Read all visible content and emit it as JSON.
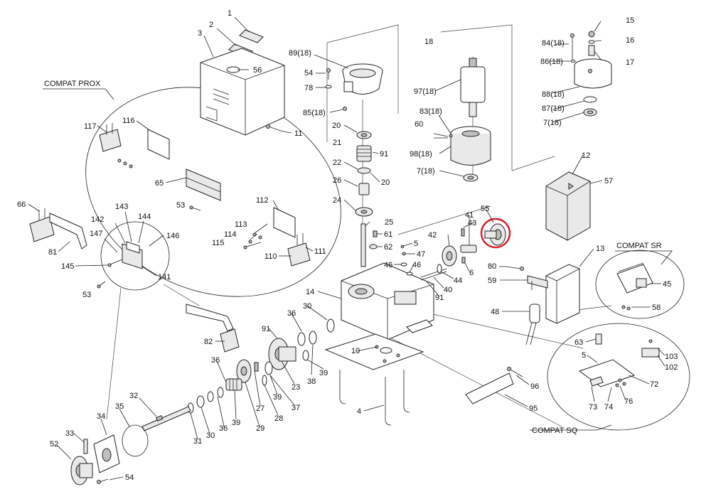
{
  "diagram": {
    "sections": {
      "compat_prox": "COMPAT PROX",
      "compat_sr": "COMPAT SR",
      "compat_sq": "COMPAT SQ"
    },
    "labels": {
      "l1": "1",
      "l2": "2",
      "l3": "3",
      "l56": "56",
      "l11": "11",
      "l89": "89(18)",
      "l54a": "54",
      "l78": "78",
      "l85": "85(18)",
      "l18": "18",
      "l97": "97(18)",
      "l83": "83(18)",
      "l60": "60",
      "l98": "98(18)",
      "l7b": "7(18)",
      "l15": "15",
      "l84": "84(18)",
      "l16": "16",
      "l86": "86(18)",
      "l17": "17",
      "l88": "88(18)",
      "l87": "87(18)",
      "l7a": "7(18)",
      "l20a": "20",
      "l21": "21",
      "l91a": "91",
      "l22": "22",
      "l20b": "20",
      "l26": "26",
      "l24": "24",
      "l12": "12",
      "l57": "57",
      "l117": "117",
      "l116": "116",
      "l65": "65",
      "l53a": "53",
      "l112": "112",
      "l113": "113",
      "l114": "114",
      "l115": "115",
      "l110": "110",
      "l111": "111",
      "l66": "66",
      "l143": "143",
      "l144": "144",
      "l142": "142",
      "l146": "146",
      "l147": "147",
      "l81": "81",
      "l145": "145",
      "l141": "141",
      "l53b": "53",
      "l25": "25",
      "l61": "61",
      "l62": "62",
      "l5a": "5",
      "l47": "47",
      "l46a": "46",
      "l46b": "46",
      "l43": "43",
      "l41": "41",
      "l42": "42",
      "l55": "55",
      "l6": "6",
      "l44": "44",
      "l40": "40",
      "l91b": "91",
      "l13": "13",
      "l80": "80",
      "l59": "59",
      "l48": "48",
      "l45": "45",
      "l58": "58",
      "l14": "14",
      "l36a": "36",
      "l30a": "30",
      "l91c": "91",
      "l10": "10",
      "l82": "82",
      "l38": "38",
      "l39a": "39",
      "l23": "23",
      "l37": "37",
      "l36b": "36",
      "l27": "27",
      "l28": "28",
      "l39b": "39",
      "l29": "29",
      "l32": "32",
      "l35": "35",
      "l34": "34",
      "l31": "31",
      "l30b": "30",
      "l36c": "36",
      "l39c": "39",
      "l33": "33",
      "l52": "52",
      "l54b": "54",
      "l4": "4",
      "l63": "63",
      "l5b": "5",
      "l103": "103",
      "l102": "102",
      "l72": "72",
      "l73": "73",
      "l74": "74",
      "l76": "76",
      "l96": "96",
      "l95": "95"
    },
    "highlight": {
      "part": "55",
      "color": "#d8202a"
    }
  }
}
